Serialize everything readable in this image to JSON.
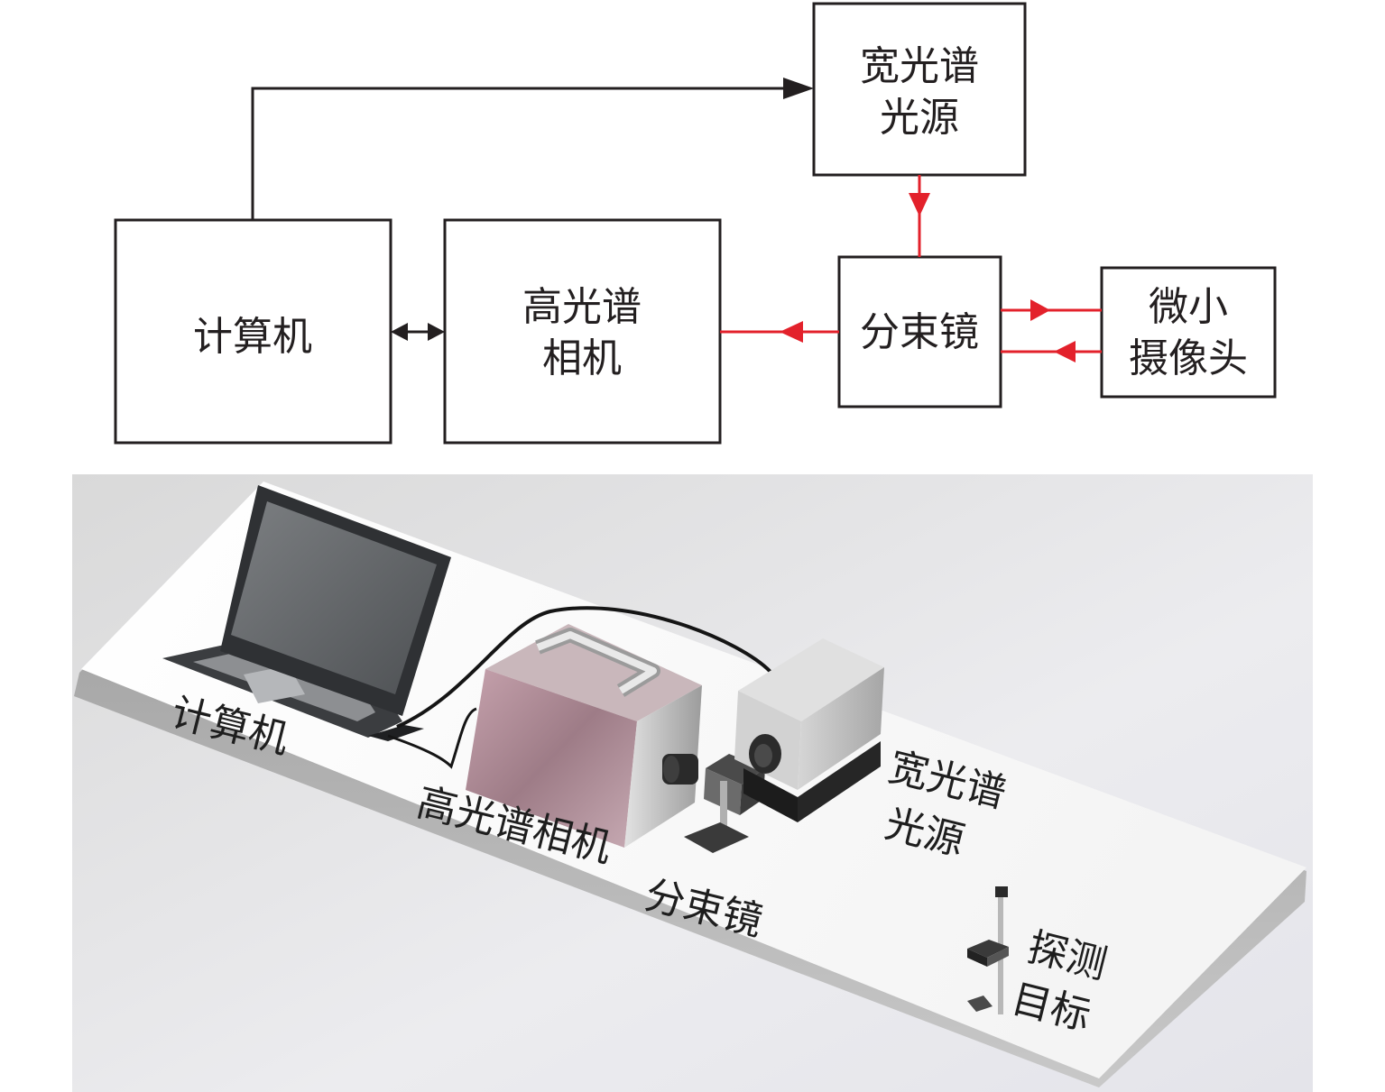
{
  "diagram": {
    "nodes": {
      "light_source": {
        "line1": "宽光谱",
        "line2": "光源"
      },
      "computer": {
        "label": "计算机"
      },
      "hyperspectral_camera": {
        "line1": "高光谱",
        "line2": "相机"
      },
      "beam_splitter": {
        "label": "分束镜"
      },
      "micro_camera": {
        "line1": "微小",
        "line2": "摄像头"
      }
    },
    "colors": {
      "signal": "#231f20",
      "optical": "#e3212b",
      "box_stroke": "#231f20"
    }
  },
  "scene": {
    "labels": {
      "computer": "计算机",
      "hyperspectral_camera": "高光谱相机",
      "beam_splitter": "分束镜",
      "light_source_line1": "宽光谱",
      "light_source_line2": "光源",
      "target_line1": "探测",
      "target_line2": "目标"
    }
  }
}
